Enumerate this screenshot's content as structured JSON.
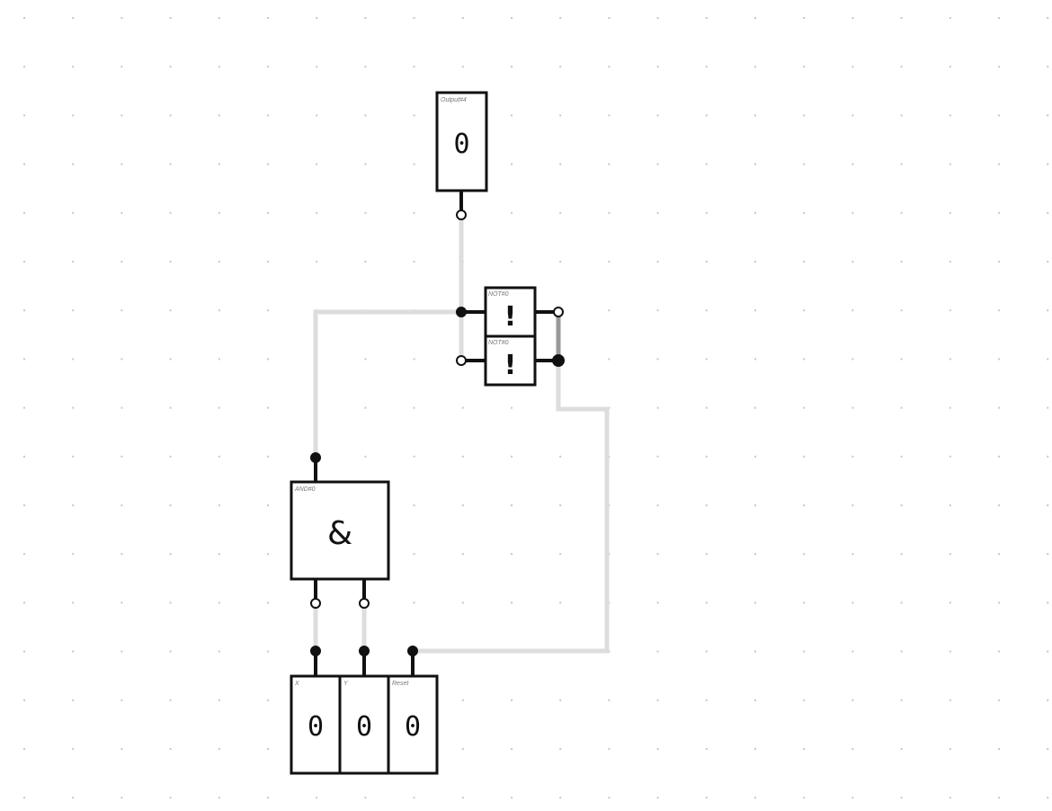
{
  "colors": {
    "background": "#ffffff",
    "grid_dot": "#c8c8c8",
    "wire": "#dddddd",
    "wire_active": "#999999",
    "outline": "#111111"
  },
  "components": {
    "output": {
      "label": "Output#4",
      "value": "0"
    },
    "not_top": {
      "label": "NOT#0",
      "symbol": "!"
    },
    "not_bottom": {
      "label": "NOT#0",
      "symbol": "!"
    },
    "and_gate": {
      "label": "AND#0",
      "symbol": "&"
    },
    "input_x": {
      "label": "X",
      "value": "0"
    },
    "input_y": {
      "label": "Y",
      "value": "0"
    },
    "input_reset": {
      "label": "Reset",
      "value": "0"
    }
  }
}
